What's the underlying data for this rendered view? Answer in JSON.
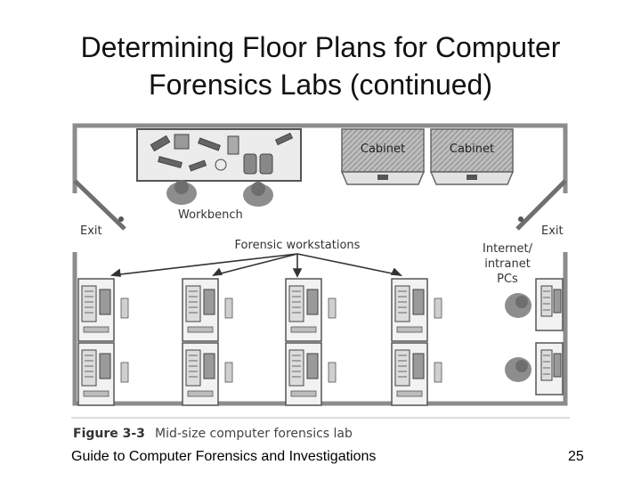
{
  "slide": {
    "title_line1": "Determining Floor Plans for Computer",
    "title_line2": "Forensics Labs (continued)",
    "footer_text": "Guide to Computer Forensics and Investigations",
    "page_number": "25"
  },
  "figure": {
    "caption_label": "Figure 3-3",
    "caption_text": "Mid-size computer forensics lab",
    "labels": {
      "cabinet_1": "Cabinet",
      "cabinet_2": "Cabinet",
      "workbench": "Workbench",
      "exit_left": "Exit",
      "exit_right": "Exit",
      "workstations": "Forensic workstations",
      "internet_line1": "Internet/",
      "internet_line2": "intranet",
      "internet_line3": "PCs"
    }
  }
}
